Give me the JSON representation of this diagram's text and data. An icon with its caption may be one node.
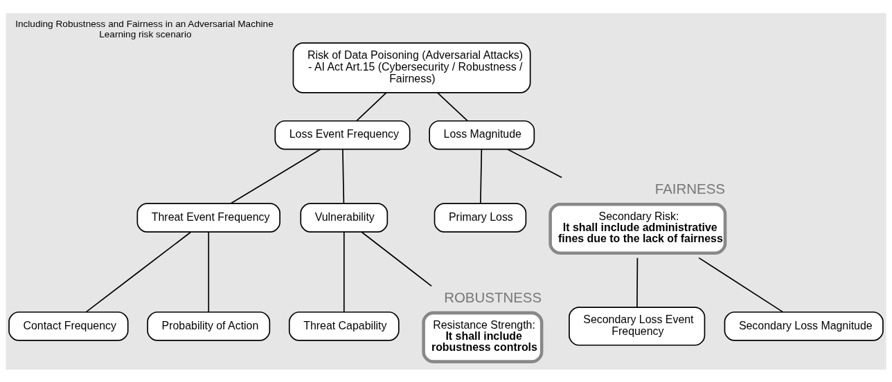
{
  "diagram": {
    "title": "Including Robustness and Fairness in an Adversarial Machine Learning risk scenario",
    "nodes": [
      {
        "text": [
          "Risk of Data Poisoning (Adversarial Attacks) - AI Act Art.15 (Cybersecurity / Robustness / Fairness)"
        ]
      },
      {
        "text": [
          "Loss Event Frequency"
        ]
      },
      {
        "text": [
          "Loss Magnitude"
        ]
      },
      {
        "text": [
          "Threat Event Frequency"
        ]
      },
      {
        "text": [
          "Vulnerability"
        ]
      },
      {
        "text": [
          "Primary Loss"
        ]
      },
      {
        "text": [
          "Secondary Risk:",
          "It shall include administrative fines due to the lack of fairness"
        ],
        "beside": [
          "FAIRNESS"
        ]
      },
      {
        "text": [
          "Contact Frequency"
        ]
      },
      {
        "text": [
          "Probability of Action"
        ]
      },
      {
        "text": [
          "Threat Capability"
        ]
      },
      {
        "text": [
          "Resistance Strength:",
          "It shall include robustness controls"
        ],
        "beside": [
          "ROBUSTNESS"
        ]
      },
      {
        "text": [
          "Secondary Loss Event Frequency"
        ]
      },
      {
        "text": [
          "Secondary Loss Magnitude"
        ]
      }
    ],
    "edges": [
      {
        "from": 0,
        "to": 1,
        "arrow": "none"
      },
      {
        "from": 0,
        "to": 2,
        "arrow": "none"
      },
      {
        "from": 1,
        "to": 3,
        "arrow": "none"
      },
      {
        "from": 1,
        "to": 4,
        "arrow": "none"
      },
      {
        "from": 2,
        "to": 5,
        "arrow": "none"
      },
      {
        "from": 2,
        "to": 6,
        "arrow": "none"
      },
      {
        "from": 3,
        "to": 7,
        "arrow": "none"
      },
      {
        "from": 3,
        "to": 8,
        "arrow": "none"
      },
      {
        "from": 4,
        "to": 9,
        "arrow": "none"
      },
      {
        "from": 4,
        "to": 10,
        "arrow": "none"
      },
      {
        "from": 6,
        "to": 11,
        "arrow": "none"
      },
      {
        "from": 6,
        "to": 12,
        "arrow": "none"
      }
    ]
  }
}
